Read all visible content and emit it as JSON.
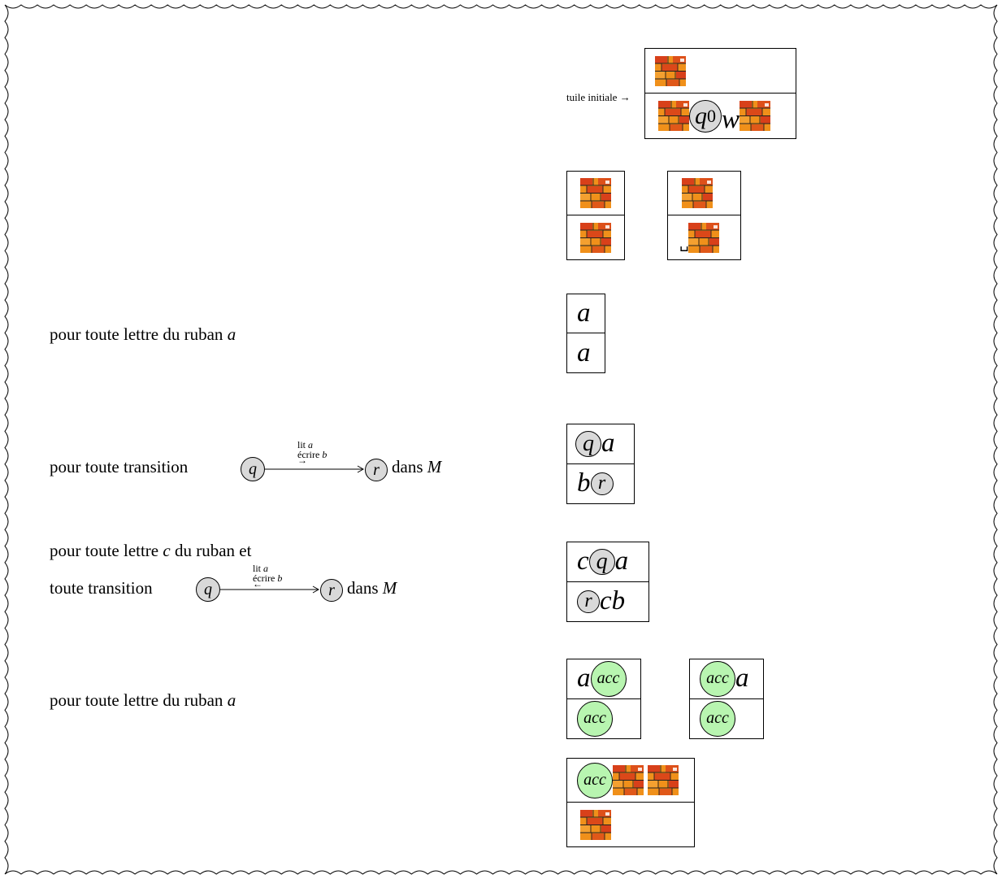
{
  "initial_tile_label": "tuile initiale →",
  "initial_tile": {
    "state": "q",
    "state_sub": "0",
    "word": "w"
  },
  "blank_symbol": "␣",
  "rules": {
    "letter_rule_text": "pour toute lettre du ruban",
    "letter_var": "a",
    "transition_rule_text": "pour toute transition",
    "in_text": "dans",
    "machine": "M",
    "transition2_line1": "pour toute lettre",
    "transition2_var": "c",
    "transition2_line1_end": "du ruban et",
    "transition2_line2": "toute transition",
    "accept_rule_text": "pour toute lettre du ruban"
  },
  "arrow_labels": {
    "read": "lit",
    "write": "écrire",
    "read_var": "a",
    "write_var": "b",
    "right_arrow": "→",
    "left_arrow": "←"
  },
  "symbols": {
    "q": "q",
    "r": "r",
    "a": "a",
    "b": "b",
    "c": "c",
    "acc": "acc"
  },
  "colors": {
    "state_fill": "#d9d9d9",
    "accept_fill": "#b8f5b0",
    "brick": "#f0901a",
    "brick_dark": "#d8401a"
  }
}
